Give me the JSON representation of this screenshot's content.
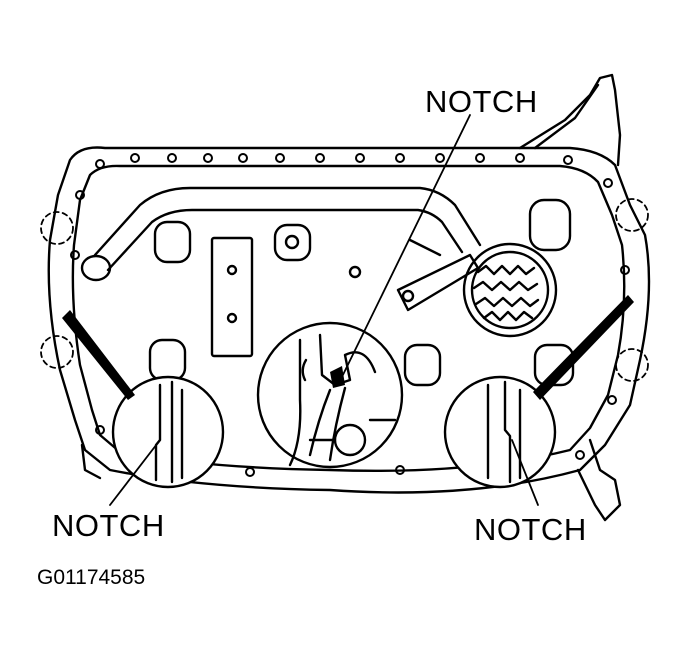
{
  "labels": {
    "notch_top": "NOTCH",
    "notch_left": "NOTCH",
    "notch_right": "NOTCH",
    "figure_code": "G01174585"
  },
  "colors": {
    "ink": "#000000",
    "paper": "#ffffff"
  }
}
